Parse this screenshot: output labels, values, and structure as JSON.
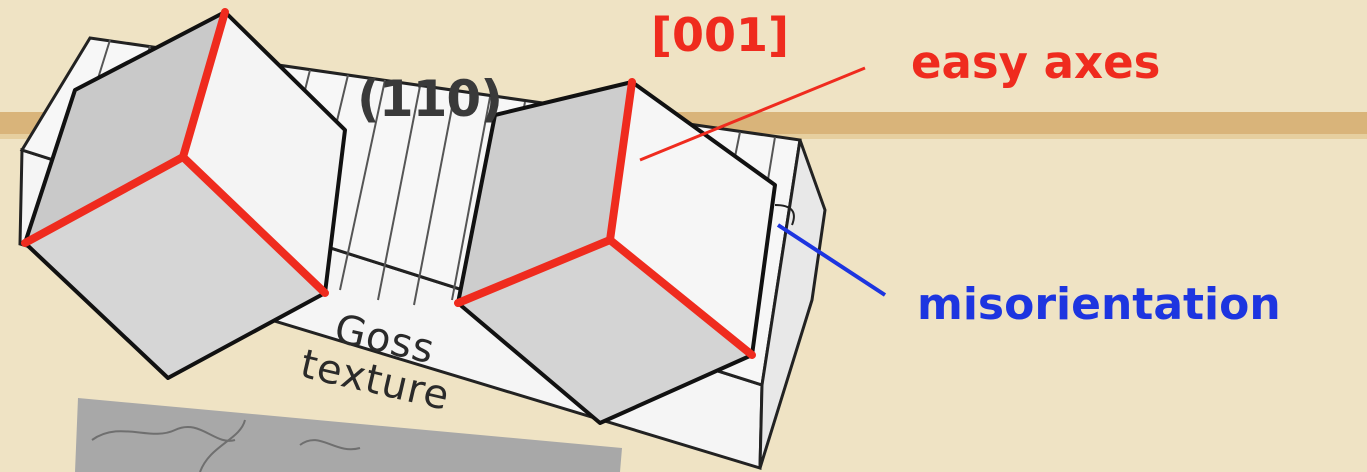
{
  "labels": {
    "plane": "(110)",
    "direction": "[001]",
    "easy_axes": "easy axes",
    "misorientation": "misorientation",
    "goss_line1": "Goss",
    "goss_line2": "texture"
  },
  "colors": {
    "background": "#efe3c4",
    "stripe": "#d9b47a",
    "red": "#ef2b1e",
    "blue": "#1d35e0",
    "dark_text": "#3a3a3a"
  }
}
